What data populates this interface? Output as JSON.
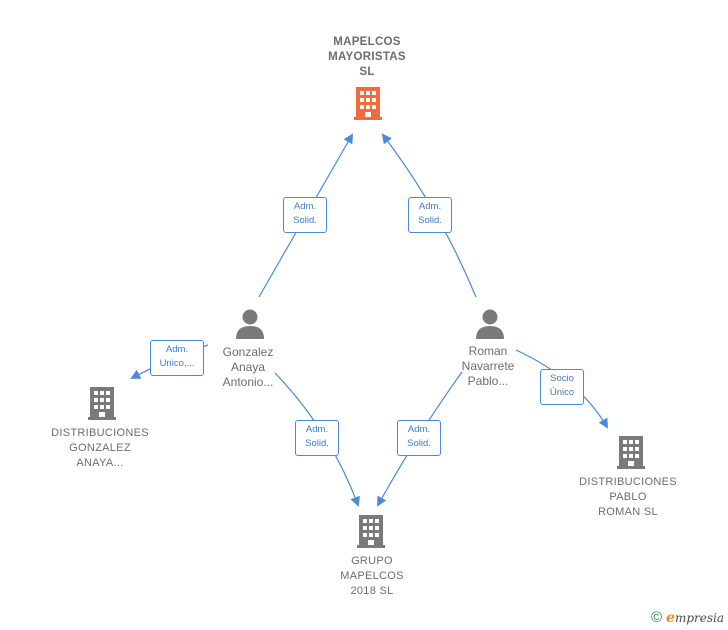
{
  "colors": {
    "root_company": "#f26a3d",
    "company": "#7a7a7a",
    "person": "#7a7a7a",
    "arrow": "#4a8ad8"
  },
  "nodes": {
    "root": {
      "label": "MAPELCOS\nMAYORISTAS\nSL",
      "icon": "building-icon"
    },
    "gonzalez": {
      "label": "Gonzalez\nAnaya\nAntonio...",
      "icon": "person-icon"
    },
    "roman": {
      "label": "Roman\nNavarrete\nPablo...",
      "icon": "person-icon"
    },
    "dist_gonzalez": {
      "label": "DISTRIBUCIONES\nGONZALEZ\nANAYA...",
      "icon": "building-icon"
    },
    "grupo": {
      "label": "GRUPO\nMAPELCOS\n2018  SL",
      "icon": "building-icon"
    },
    "dist_pablo": {
      "label": "DISTRIBUCIONES\nPABLO\nROMAN  SL",
      "icon": "building-icon"
    }
  },
  "relations": {
    "gonzalez_root": "Adm.\nSolid.",
    "roman_root": "Adm.\nSolid.",
    "gonzalez_dist": "Adm.\nUnico,...",
    "gonzalez_grupo": "Adm.\nSolid.",
    "roman_grupo": "Adm.\nSolid.",
    "roman_dist_pablo": "Socio\nÚnico"
  },
  "footer": {
    "copyright": "©",
    "brand_initial": "e",
    "brand_rest": "mpresia"
  }
}
